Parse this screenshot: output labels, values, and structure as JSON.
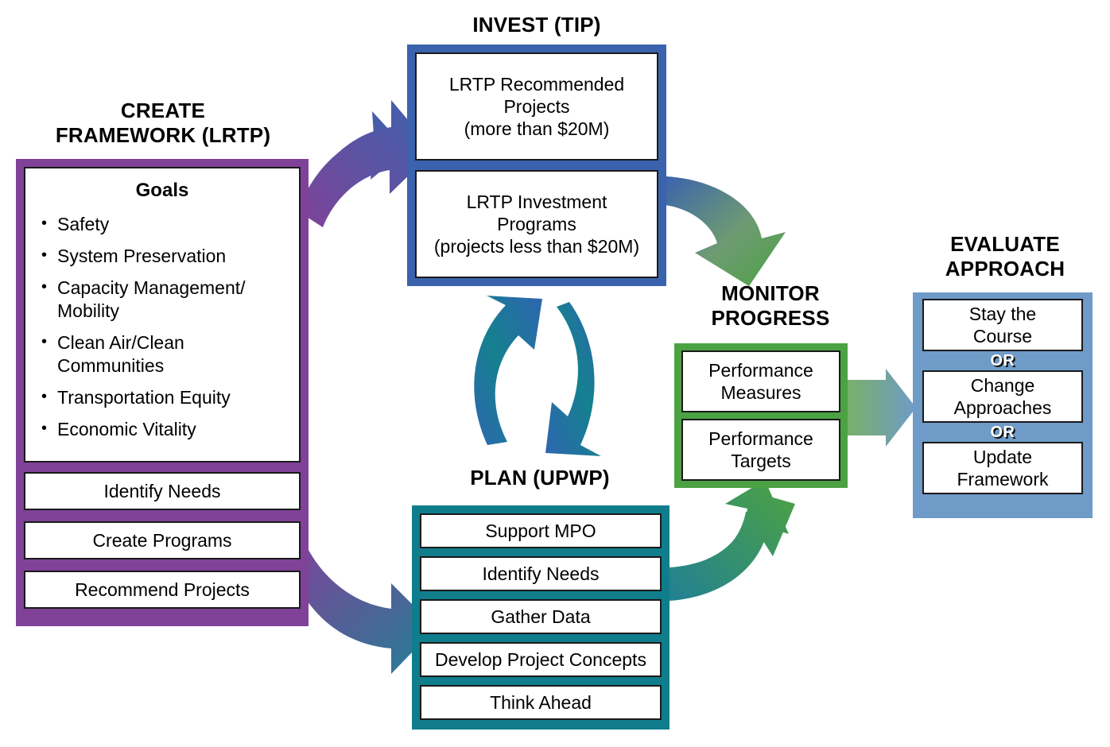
{
  "colors": {
    "purple": "#7F4298",
    "blue": "#3B63AD",
    "teal": "#0F7D8C",
    "green": "#4CA243",
    "light_blue": "#6E9BC8",
    "card_border": "#1a1a1a",
    "card_fill": "#ffffff",
    "text": "#000000"
  },
  "create_framework": {
    "title": "CREATE\nFRAMEWORK (LRTP)",
    "goals": {
      "heading": "Goals",
      "items": [
        "Safety",
        "System Preservation",
        "Capacity Management/ Mobility",
        "Clean Air/Clean Communities",
        "Transportation Equity",
        "Economic Vitality"
      ]
    },
    "steps": [
      "Identify Needs",
      "Create Programs",
      "Recommend Projects"
    ]
  },
  "invest": {
    "title": "INVEST (TIP)",
    "cards": [
      "LRTP Recommended\nProjects\n(more than $20M)",
      "LRTP Investment\nPrograms\n(projects less than $20M)"
    ]
  },
  "plan": {
    "title": "PLAN (UPWP)",
    "cards": [
      "Support MPO",
      "Identify Needs",
      "Gather Data",
      "Develop Project Concepts",
      "Think Ahead"
    ]
  },
  "monitor": {
    "title": "MONITOR\nPROGRESS",
    "cards": [
      "Performance\nMeasures",
      "Performance\nTargets"
    ]
  },
  "evaluate": {
    "title": "EVALUATE\nAPPROACH",
    "cards": [
      "Stay the\nCourse",
      "Change\nApproaches",
      "Update\nFramework"
    ],
    "separators": [
      "OR",
      "OR"
    ]
  },
  "arrows": [
    {
      "name": "lrtp-to-invest",
      "from": "CREATE FRAMEWORK (LRTP)",
      "to": "INVEST (TIP)",
      "gradient": [
        "#7F4298",
        "#3B63AD"
      ]
    },
    {
      "name": "lrtp-to-plan",
      "from": "CREATE FRAMEWORK (LRTP)",
      "to": "PLAN (UPWP)",
      "gradient": [
        "#7F4298",
        "#0F7D8C"
      ]
    },
    {
      "name": "invest-to-monitor",
      "from": "INVEST (TIP)",
      "to": "MONITOR PROGRESS",
      "gradient": [
        "#3B63AD",
        "#4CA243"
      ]
    },
    {
      "name": "plan-to-monitor",
      "from": "PLAN (UPWP)",
      "to": "MONITOR PROGRESS",
      "gradient": [
        "#0F7D8C",
        "#4CA243"
      ]
    },
    {
      "name": "monitor-to-evaluate",
      "from": "MONITOR PROGRESS",
      "to": "EVALUATE APPROACH",
      "gradient": [
        "#4CA243",
        "#6E9BC8"
      ]
    },
    {
      "name": "invest-plan-cycle",
      "from": "INVEST (TIP)",
      "to": "PLAN (UPWP)",
      "gradient": [
        "#0F7D8C",
        "#3B63AD"
      ]
    }
  ]
}
